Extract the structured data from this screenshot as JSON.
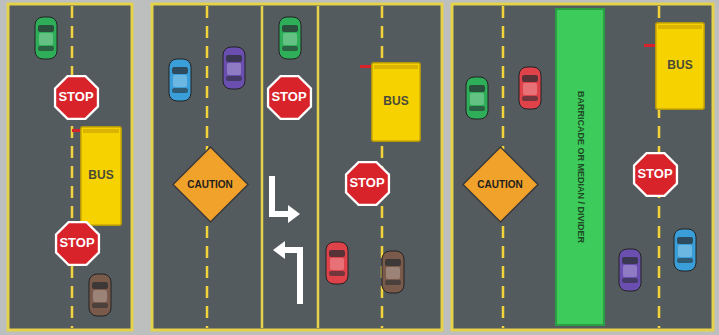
{
  "diagram": {
    "nodes": [
      {
        "text": [
          "STOP"
        ]
      },
      {
        "text": [
          "BUS"
        ]
      },
      {
        "text": [
          "STOP"
        ]
      },
      {
        "text": [
          "CAUTION"
        ]
      },
      {
        "text": [
          "STOP"
        ]
      },
      {
        "text": [
          "BUS"
        ]
      },
      {
        "text": [
          "STOP"
        ]
      },
      {
        "text": [
          "CAUTION"
        ]
      },
      {
        "text": [
          "BARRICADE OR MEDIAN / DIVIDER"
        ]
      },
      {
        "text": [
          "BUS"
        ]
      },
      {
        "text": [
          "STOP"
        ]
      }
    ]
  }
}
